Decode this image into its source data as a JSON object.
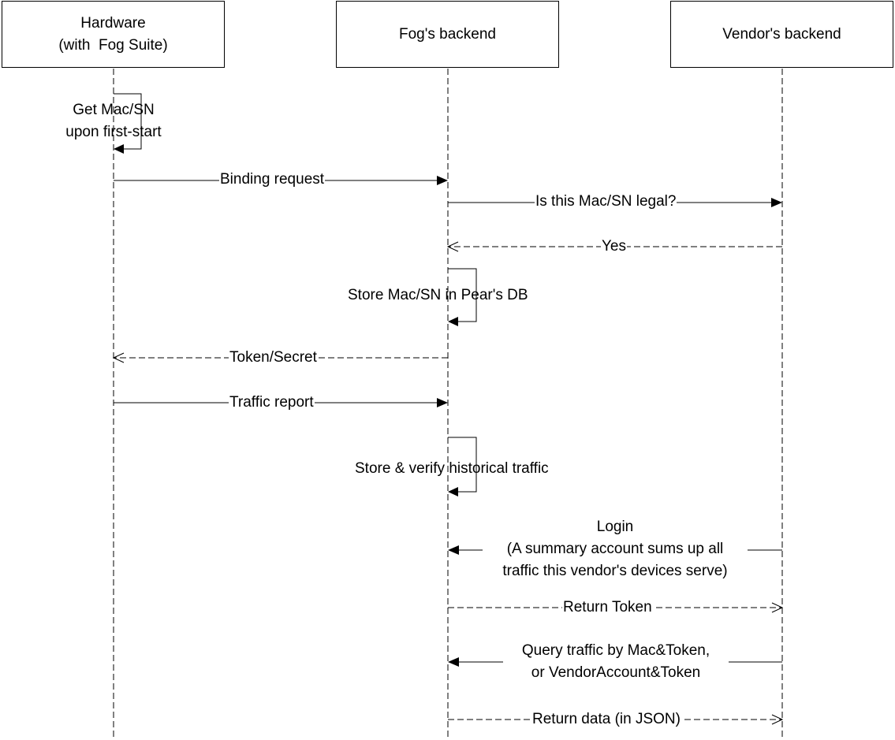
{
  "actors": [
    {
      "id": "hw",
      "lines": [
        "Hardware",
        "(with  Fog Suite)"
      ]
    },
    {
      "id": "fog",
      "lines": [
        "Fog's backend"
      ]
    },
    {
      "id": "vendor",
      "lines": [
        "Vendor's backend"
      ]
    }
  ],
  "messages": [
    {
      "id": "m1",
      "from": "hw",
      "to": "hw",
      "kind": "self",
      "lines": [
        "Get Mac/SN",
        "upon first-start"
      ]
    },
    {
      "id": "m2",
      "from": "hw",
      "to": "fog",
      "kind": "sync",
      "lines": [
        "Binding request"
      ]
    },
    {
      "id": "m3",
      "from": "fog",
      "to": "vendor",
      "kind": "sync",
      "lines": [
        "Is this Mac/SN legal?"
      ]
    },
    {
      "id": "m4",
      "from": "vendor",
      "to": "fog",
      "kind": "reply",
      "lines": [
        "Yes"
      ]
    },
    {
      "id": "m5",
      "from": "fog",
      "to": "fog",
      "kind": "self",
      "lines": [
        "Store Mac/SN in Pear's DB"
      ]
    },
    {
      "id": "m6",
      "from": "fog",
      "to": "hw",
      "kind": "reply",
      "lines": [
        "Token/Secret"
      ]
    },
    {
      "id": "m7",
      "from": "hw",
      "to": "fog",
      "kind": "sync",
      "lines": [
        "Traffic report"
      ]
    },
    {
      "id": "m8",
      "from": "fog",
      "to": "fog",
      "kind": "self",
      "lines": [
        "Store & verify historical traffic"
      ]
    },
    {
      "id": "m9",
      "from": "vendor",
      "to": "fog",
      "kind": "sync",
      "lines": [
        "Login",
        "(A summary account sums up all",
        "traffic this vendor's devices serve)"
      ]
    },
    {
      "id": "m10",
      "from": "fog",
      "to": "vendor",
      "kind": "reply",
      "lines": [
        "Return Token"
      ]
    },
    {
      "id": "m11",
      "from": "vendor",
      "to": "fog",
      "kind": "sync",
      "lines": [
        "Query traffic by Mac&Token,",
        "or VendorAccount&Token"
      ]
    },
    {
      "id": "m12",
      "from": "fog",
      "to": "vendor",
      "kind": "reply",
      "lines": [
        "Return data (in JSON)"
      ]
    }
  ]
}
